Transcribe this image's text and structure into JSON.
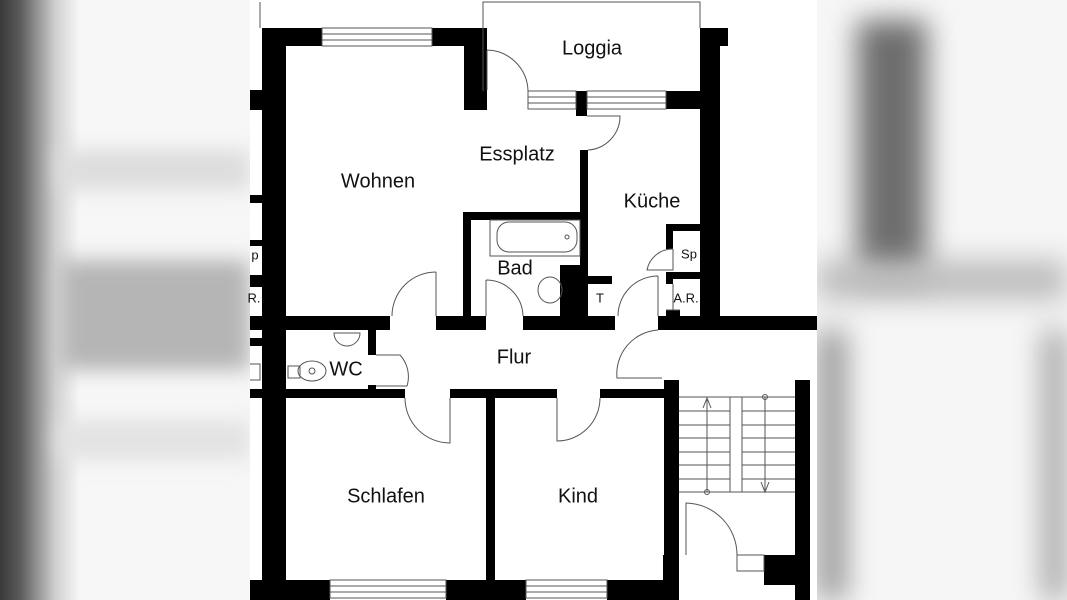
{
  "image": {
    "description": "Apartment floor plan with blurred background",
    "rooms": {
      "loggia": "Loggia",
      "essplatz": "Essplatz",
      "wohnen": "Wohnen",
      "kueche": "Küche",
      "bad": "Bad",
      "sp": "Sp",
      "t": "T",
      "ar": "A.R.",
      "wc": "WC",
      "flur": "Flur",
      "schlafen": "Schlafen",
      "kind": "Kind"
    },
    "neighbor_labels": {
      "sp_partial": "p",
      "ar_partial": "R."
    },
    "colors": {
      "wall": "#000000",
      "line": "#555555",
      "background": "#ffffff"
    }
  }
}
